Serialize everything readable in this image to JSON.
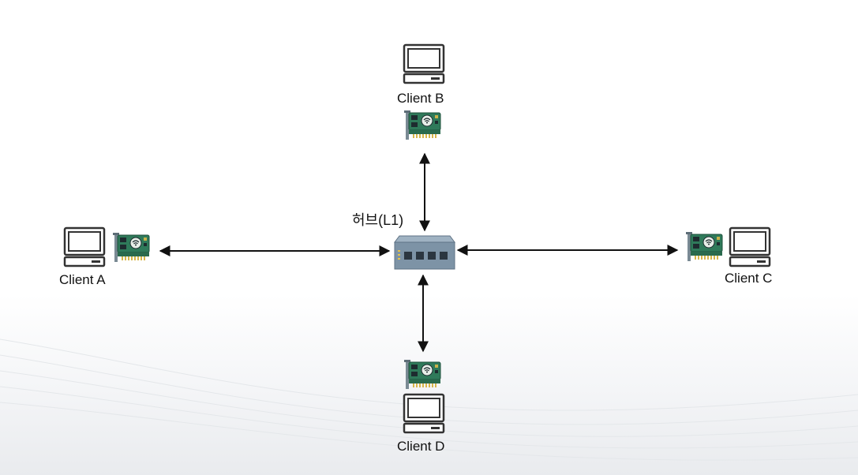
{
  "diagram": {
    "hub": {
      "label": "허브(L1)",
      "icon": "network-hub-icon"
    },
    "clients": [
      {
        "id": "a",
        "label": "Client A",
        "icon": "desktop-computer-icon",
        "nic_icon": "network-card-icon"
      },
      {
        "id": "b",
        "label": "Client B",
        "icon": "desktop-computer-icon",
        "nic_icon": "network-card-icon"
      },
      {
        "id": "c",
        "label": "Client C",
        "icon": "desktop-computer-icon",
        "nic_icon": "network-card-icon"
      },
      {
        "id": "d",
        "label": "Client D",
        "icon": "desktop-computer-icon",
        "nic_icon": "network-card-icon"
      }
    ],
    "links": [
      {
        "from": "Client A",
        "to": "허브(L1)",
        "direction": "bidirectional"
      },
      {
        "from": "Client B",
        "to": "허브(L1)",
        "direction": "bidirectional"
      },
      {
        "from": "Client C",
        "to": "허브(L1)",
        "direction": "bidirectional"
      },
      {
        "from": "Client D",
        "to": "허브(L1)",
        "direction": "bidirectional"
      }
    ],
    "colors": {
      "line": "#111111",
      "computer_outline": "#333333",
      "nic_board": "#2f7a5a",
      "hub_body": "#7d93a6"
    }
  }
}
